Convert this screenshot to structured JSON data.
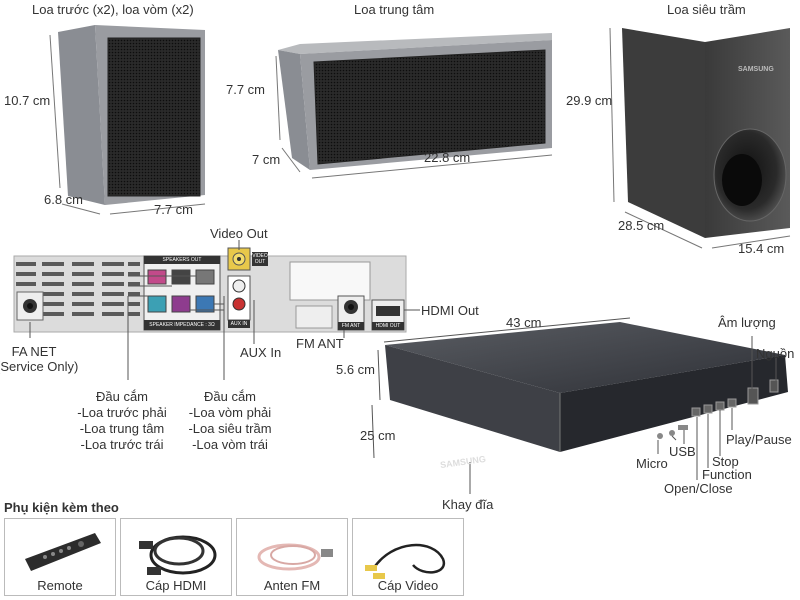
{
  "front_speaker": {
    "title": "Loa trước (x2), loa vòm (x2)",
    "height": "10.7 cm",
    "depth": "6.8 cm",
    "width": "7.7 cm"
  },
  "center_speaker": {
    "title": "Loa trung tâm",
    "height": "7.7 cm",
    "depth": "7 cm",
    "width": "22.8 cm"
  },
  "subwoofer": {
    "title": "Loa siêu trầm",
    "brand": "SAMSUNG",
    "height": "29.9 cm",
    "depth": "28.5 cm",
    "width": "15.4 cm"
  },
  "rear_panel": {
    "video_out": "Video Out",
    "video_out_port": "VIDEO OUT",
    "aux_in": "AUX In",
    "aux_in_port": "AUX IN",
    "fm_ant": "FM ANT",
    "fm_ant_port": "FM ANT",
    "hdmi_out": "HDMI Out",
    "hdmi_out_port": "HDMI OUT",
    "fa_net_line1": "FA NET",
    "fa_net_line2": "(Service Only)",
    "speakers_out": "SPEAKERS OUT",
    "speaker_impedance": "SPEAKER IMPEDANCE : 3Ω",
    "connector_group1": {
      "line1": "Đầu cắm",
      "line2": "-Loa trước phải",
      "line3": "-Loa trung tâm",
      "line4": "-Loa trước trái"
    },
    "connector_group2": {
      "line1": "Đầu cắm",
      "line2": "-Loa vòm phải",
      "line3": "-Loa siêu trầm",
      "line4": "-Loa vòm trái"
    }
  },
  "main_unit": {
    "width": "43 cm",
    "height": "5.6 cm",
    "depth": "25 cm",
    "brand": "SAMSUNG",
    "labels": {
      "volume": "Âm lượng",
      "power": "Nguồn",
      "play_pause": "Play/Pause",
      "stop": "Stop",
      "function": "Function",
      "open_close": "Open/Close",
      "usb": "USB",
      "micro": "Micro",
      "disc_tray": "Khay đĩa"
    }
  },
  "accessories": {
    "title": "Phụ kiện kèm theo",
    "items": [
      {
        "name": "Remote"
      },
      {
        "name": "Cáp HDMI"
      },
      {
        "name": "Anten FM"
      },
      {
        "name": "Cáp Video"
      }
    ]
  }
}
